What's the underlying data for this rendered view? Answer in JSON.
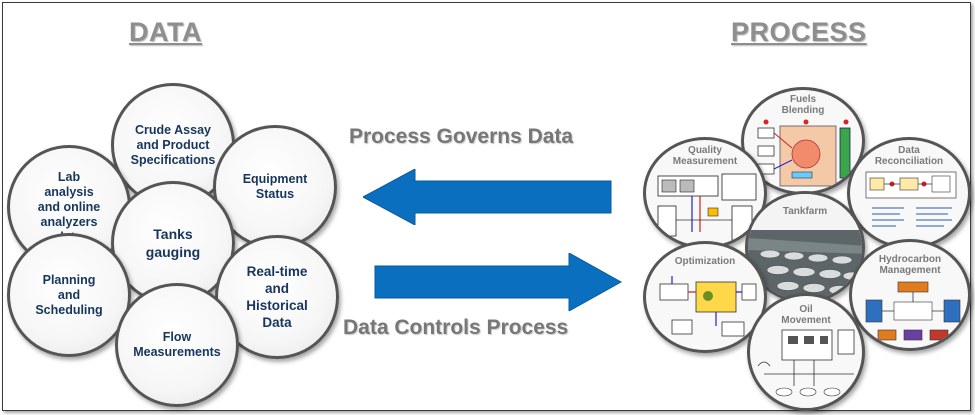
{
  "data_heading": "DATA",
  "process_heading": "PROCESS",
  "top_caption": "Process Governs Data",
  "bottom_caption": "Data Controls Process",
  "data_items": {
    "crude": "Crude Assay\nand Product\nSpecifications",
    "lab": "Lab\nanalysis\nand online\nanalyzers\ndata",
    "equipment": "Equipment\nStatus",
    "tanks": "Tanks\ngauging",
    "realtime": "Real-time\nand\nHistorical\nData",
    "planning": "Planning\nand\nScheduling",
    "flow": "Flow\nMeasurements"
  },
  "process_items": {
    "fuels": "Fuels\nBlending",
    "quality": "Quality\nMeasurement",
    "reconciliation": "Data\nReconciliation",
    "tankfarm": "Tankfarm",
    "optimization": "Optimization",
    "hydrocarbon": "Hydrocarbon\nManagement",
    "oil": "Oil\nMovement"
  },
  "colors": {
    "arrow_blue": "#0b6fc0",
    "label_navy": "#17365d",
    "heading_gray": "#8e8e8e"
  }
}
